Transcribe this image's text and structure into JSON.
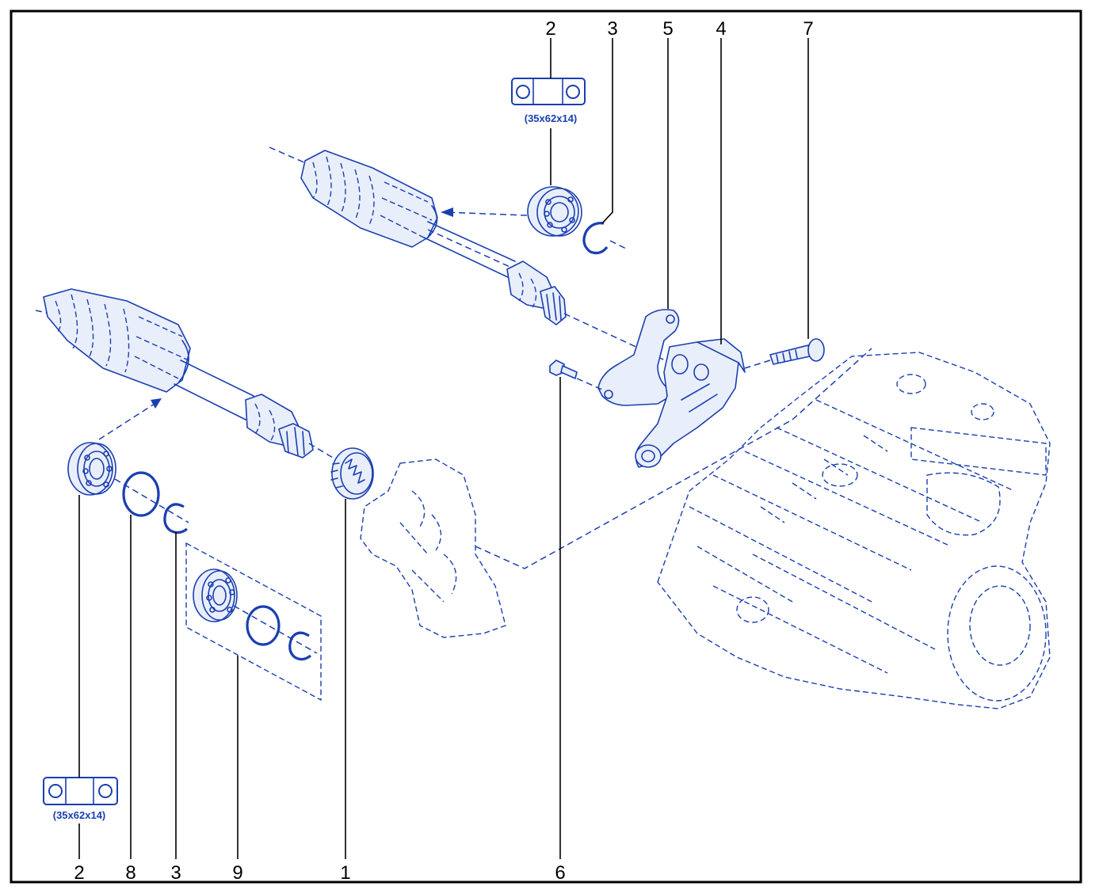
{
  "diagram": {
    "callouts": {
      "top_2": "2",
      "top_3": "3",
      "top_5": "5",
      "top_4": "4",
      "top_7": "7",
      "bottom_2": "2",
      "bottom_8": "8",
      "bottom_3": "3",
      "bottom_9": "9",
      "bottom_1": "1",
      "bottom_6": "6"
    },
    "bearing_size_top": "(35x62x14)",
    "bearing_size_bottom": "(35x62x14)"
  },
  "colors": {
    "line_art": "#1a3fb0",
    "labels": "#000000",
    "frame": "#000000"
  },
  "icons": [
    "bearing-symbol-icon"
  ]
}
